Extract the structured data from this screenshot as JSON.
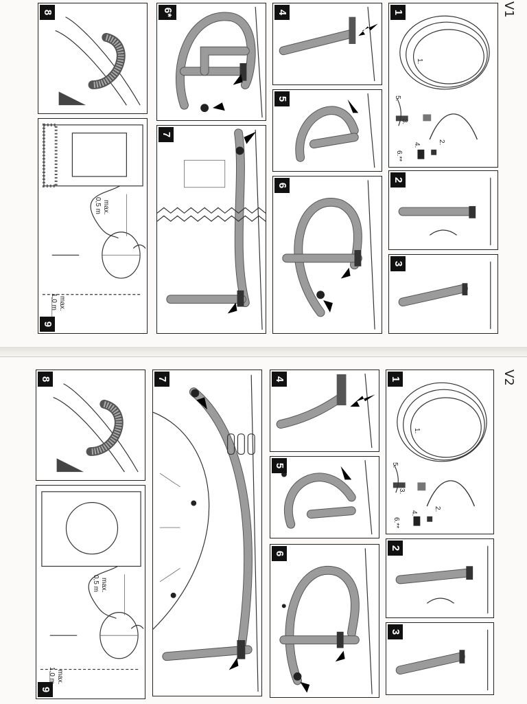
{
  "sheets": [
    {
      "id": "v1",
      "version_label": "V1",
      "panels": [
        {
          "badge": "1",
          "parts": [
            "1.",
            "2.",
            "3.",
            "4.",
            "5.",
            "6.**"
          ]
        },
        {
          "badge": "2"
        },
        {
          "badge": "3"
        },
        {
          "badge": "4"
        },
        {
          "badge": "5"
        },
        {
          "badge": "6"
        },
        {
          "badge": "6*"
        },
        {
          "badge": "7"
        },
        {
          "badge": "8"
        },
        {
          "badge": "9",
          "max_upper": "max.",
          "max_upper_val": "0,5 m",
          "max_lower": "max.",
          "max_lower_val": "1,0 m"
        }
      ]
    },
    {
      "id": "v2",
      "version_label": "V2",
      "panels": [
        {
          "badge": "1",
          "parts": [
            "1.",
            "2.",
            "3.",
            "4.",
            "5.",
            "6.**"
          ]
        },
        {
          "badge": "2"
        },
        {
          "badge": "3"
        },
        {
          "badge": "4"
        },
        {
          "badge": "5"
        },
        {
          "badge": "6"
        },
        {
          "badge": "7"
        },
        {
          "badge": "8"
        },
        {
          "badge": "9",
          "max_upper": "max.",
          "max_upper_val": "0,5 m",
          "max_lower": "max.",
          "max_lower_val": "1,0 m"
        }
      ]
    }
  ]
}
